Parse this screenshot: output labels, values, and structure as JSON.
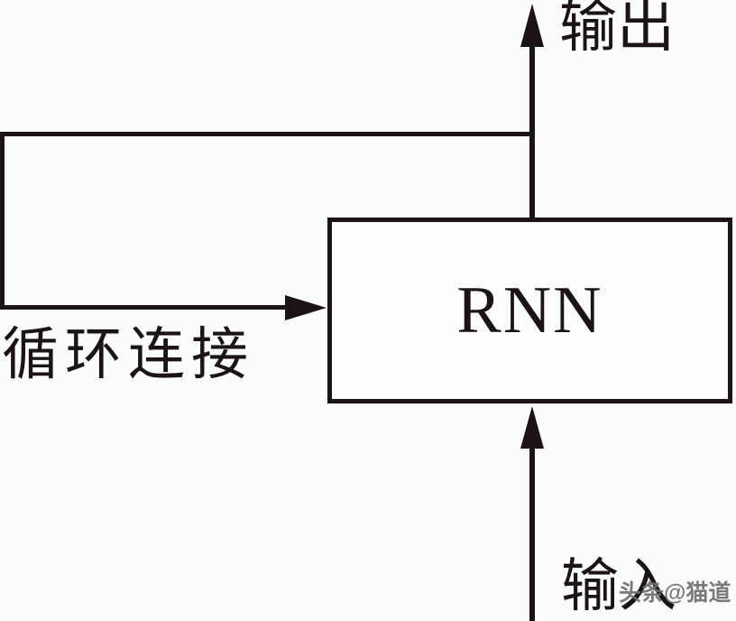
{
  "diagram": {
    "type": "flow-diagram",
    "node": {
      "label": "RNN"
    },
    "labels": {
      "output": "输出",
      "recurrent_connection": "循环连接",
      "input": "输入"
    },
    "watermark": "头条@猫道",
    "colors": {
      "line": "#1b1318",
      "text": "#1b1318",
      "background": "#fbfcfe",
      "box_fill": "#fcfdff",
      "watermark": "#6f6f71"
    }
  }
}
